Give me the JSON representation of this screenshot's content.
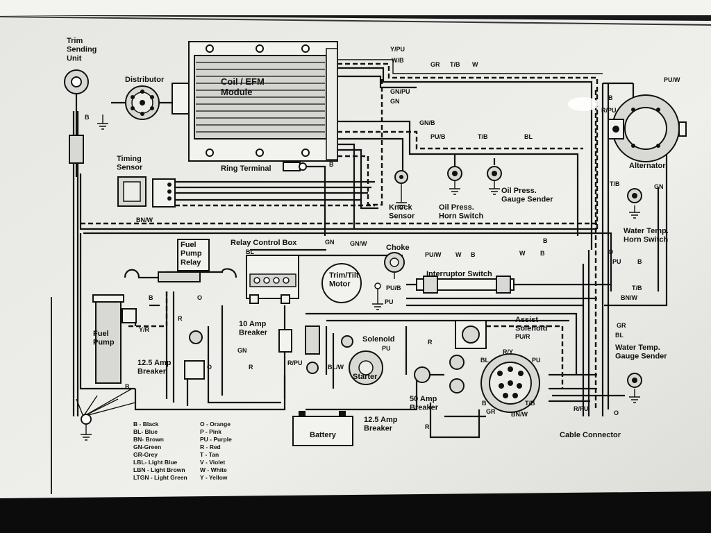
{
  "colors": {
    "paper": "#ecece8",
    "ink": "#111111",
    "bezel": "#0c0c0c"
  },
  "components": {
    "trim_sender": "Trim\nSending\nUnit",
    "distributor": "Distributor",
    "coil_module": "Coil / EFM\nModule",
    "timing_sensor": "Timing\nSensor",
    "ring_terminal": "Ring Terminal",
    "knock_sensor": "Knock\nSensor",
    "oil_horn": "Oil Press.\nHorn Switch",
    "oil_gauge": "Oil Press.\nGauge Sender",
    "alternator": "Alternator",
    "water_horn": "Water Temp.\nHorn Switch",
    "fuel_pump_relay": "Fuel\nPump\nRelay",
    "relay_box": "Relay Control Box",
    "trim_motor": "Trim/Tilt\nMotor",
    "choke": "Choke",
    "interrupter": "Interruptor Switch",
    "fuel_pump": "Fuel\nPump",
    "breaker_10": "10 Amp\nBreaker",
    "breaker_125a": "12.5 Amp\nBreaker",
    "breaker_125b": "12.5 Amp\nBreaker",
    "breaker_50": "50 Amp\nBreaker",
    "solenoid": "Solenoid",
    "starter": "Starter",
    "assist_solenoid": "Assist\nSolenoid",
    "battery": "Battery",
    "water_gauge": "Water Temp.\nGauge Sender",
    "cable_connector": "Cable Connector"
  },
  "wire_labels": {
    "y_pu": "Y/PU",
    "w_b": "W/B",
    "gr": "GR",
    "t_b": "T/B",
    "w": "W",
    "gn_pu": "GN/PU",
    "gn": "GN",
    "gn_b": "GN/B",
    "pu_b": "PU/B",
    "bl": "BL",
    "b": "B",
    "pu_w": "PU/W",
    "r_pu": "R/PU",
    "bn_w": "BN/W",
    "gn_w": "GN/W",
    "o": "O",
    "pu": "PU",
    "y_r": "Y/R",
    "r": "R",
    "bl_w": "BL/W",
    "pu_r": "PU/R",
    "r_y": "R/Y"
  },
  "legend_left": [
    "B - Black",
    "BL- Blue",
    "BN- Brown",
    "GN-Green",
    "GR-Grey",
    "LBL- Light Blue",
    "LBN - Light Brown",
    "LTGN - Light Green"
  ],
  "legend_right": [
    "O - Orange",
    "P - Pink",
    "PU - Purple",
    "R - Red",
    "T - Tan",
    "V - Violet",
    "W - White",
    "Y - Yellow"
  ]
}
